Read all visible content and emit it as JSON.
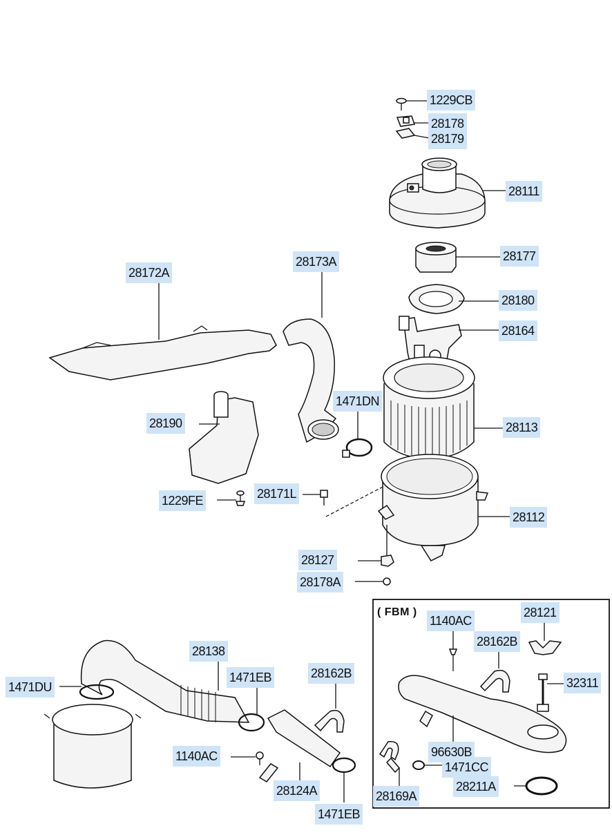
{
  "labels": {
    "p1229CB": "1229CB",
    "p28178": "28178",
    "p28179": "28179",
    "p28111": "28111",
    "p28177": "28177",
    "p28180": "28180",
    "p28164": "28164",
    "p28113": "28113",
    "p28112": "28112",
    "p28172A": "28172A",
    "p28173A": "28173A",
    "p1471DN": "1471DN",
    "p28190": "28190",
    "p1229FE": "1229FE",
    "p28171L": "28171L",
    "p28127": "28127",
    "p28178A": "28178A",
    "p28138": "28138",
    "p1471EB_top": "1471EB",
    "p28162B_left": "28162B",
    "p1471DU": "1471DU",
    "p1140AC_left": "1140AC",
    "p28124A": "28124A",
    "p1471EB_bottom": "1471EB",
    "p1140AC_fbm": "1140AC",
    "p28121": "28121",
    "p28162B_fbm": "28162B",
    "p32311": "32311",
    "p96630B": "96630B",
    "p1471CC": "1471CC",
    "p28211A": "28211A",
    "p28169A": "28169A"
  },
  "fbm": {
    "title": "( FBM )"
  }
}
